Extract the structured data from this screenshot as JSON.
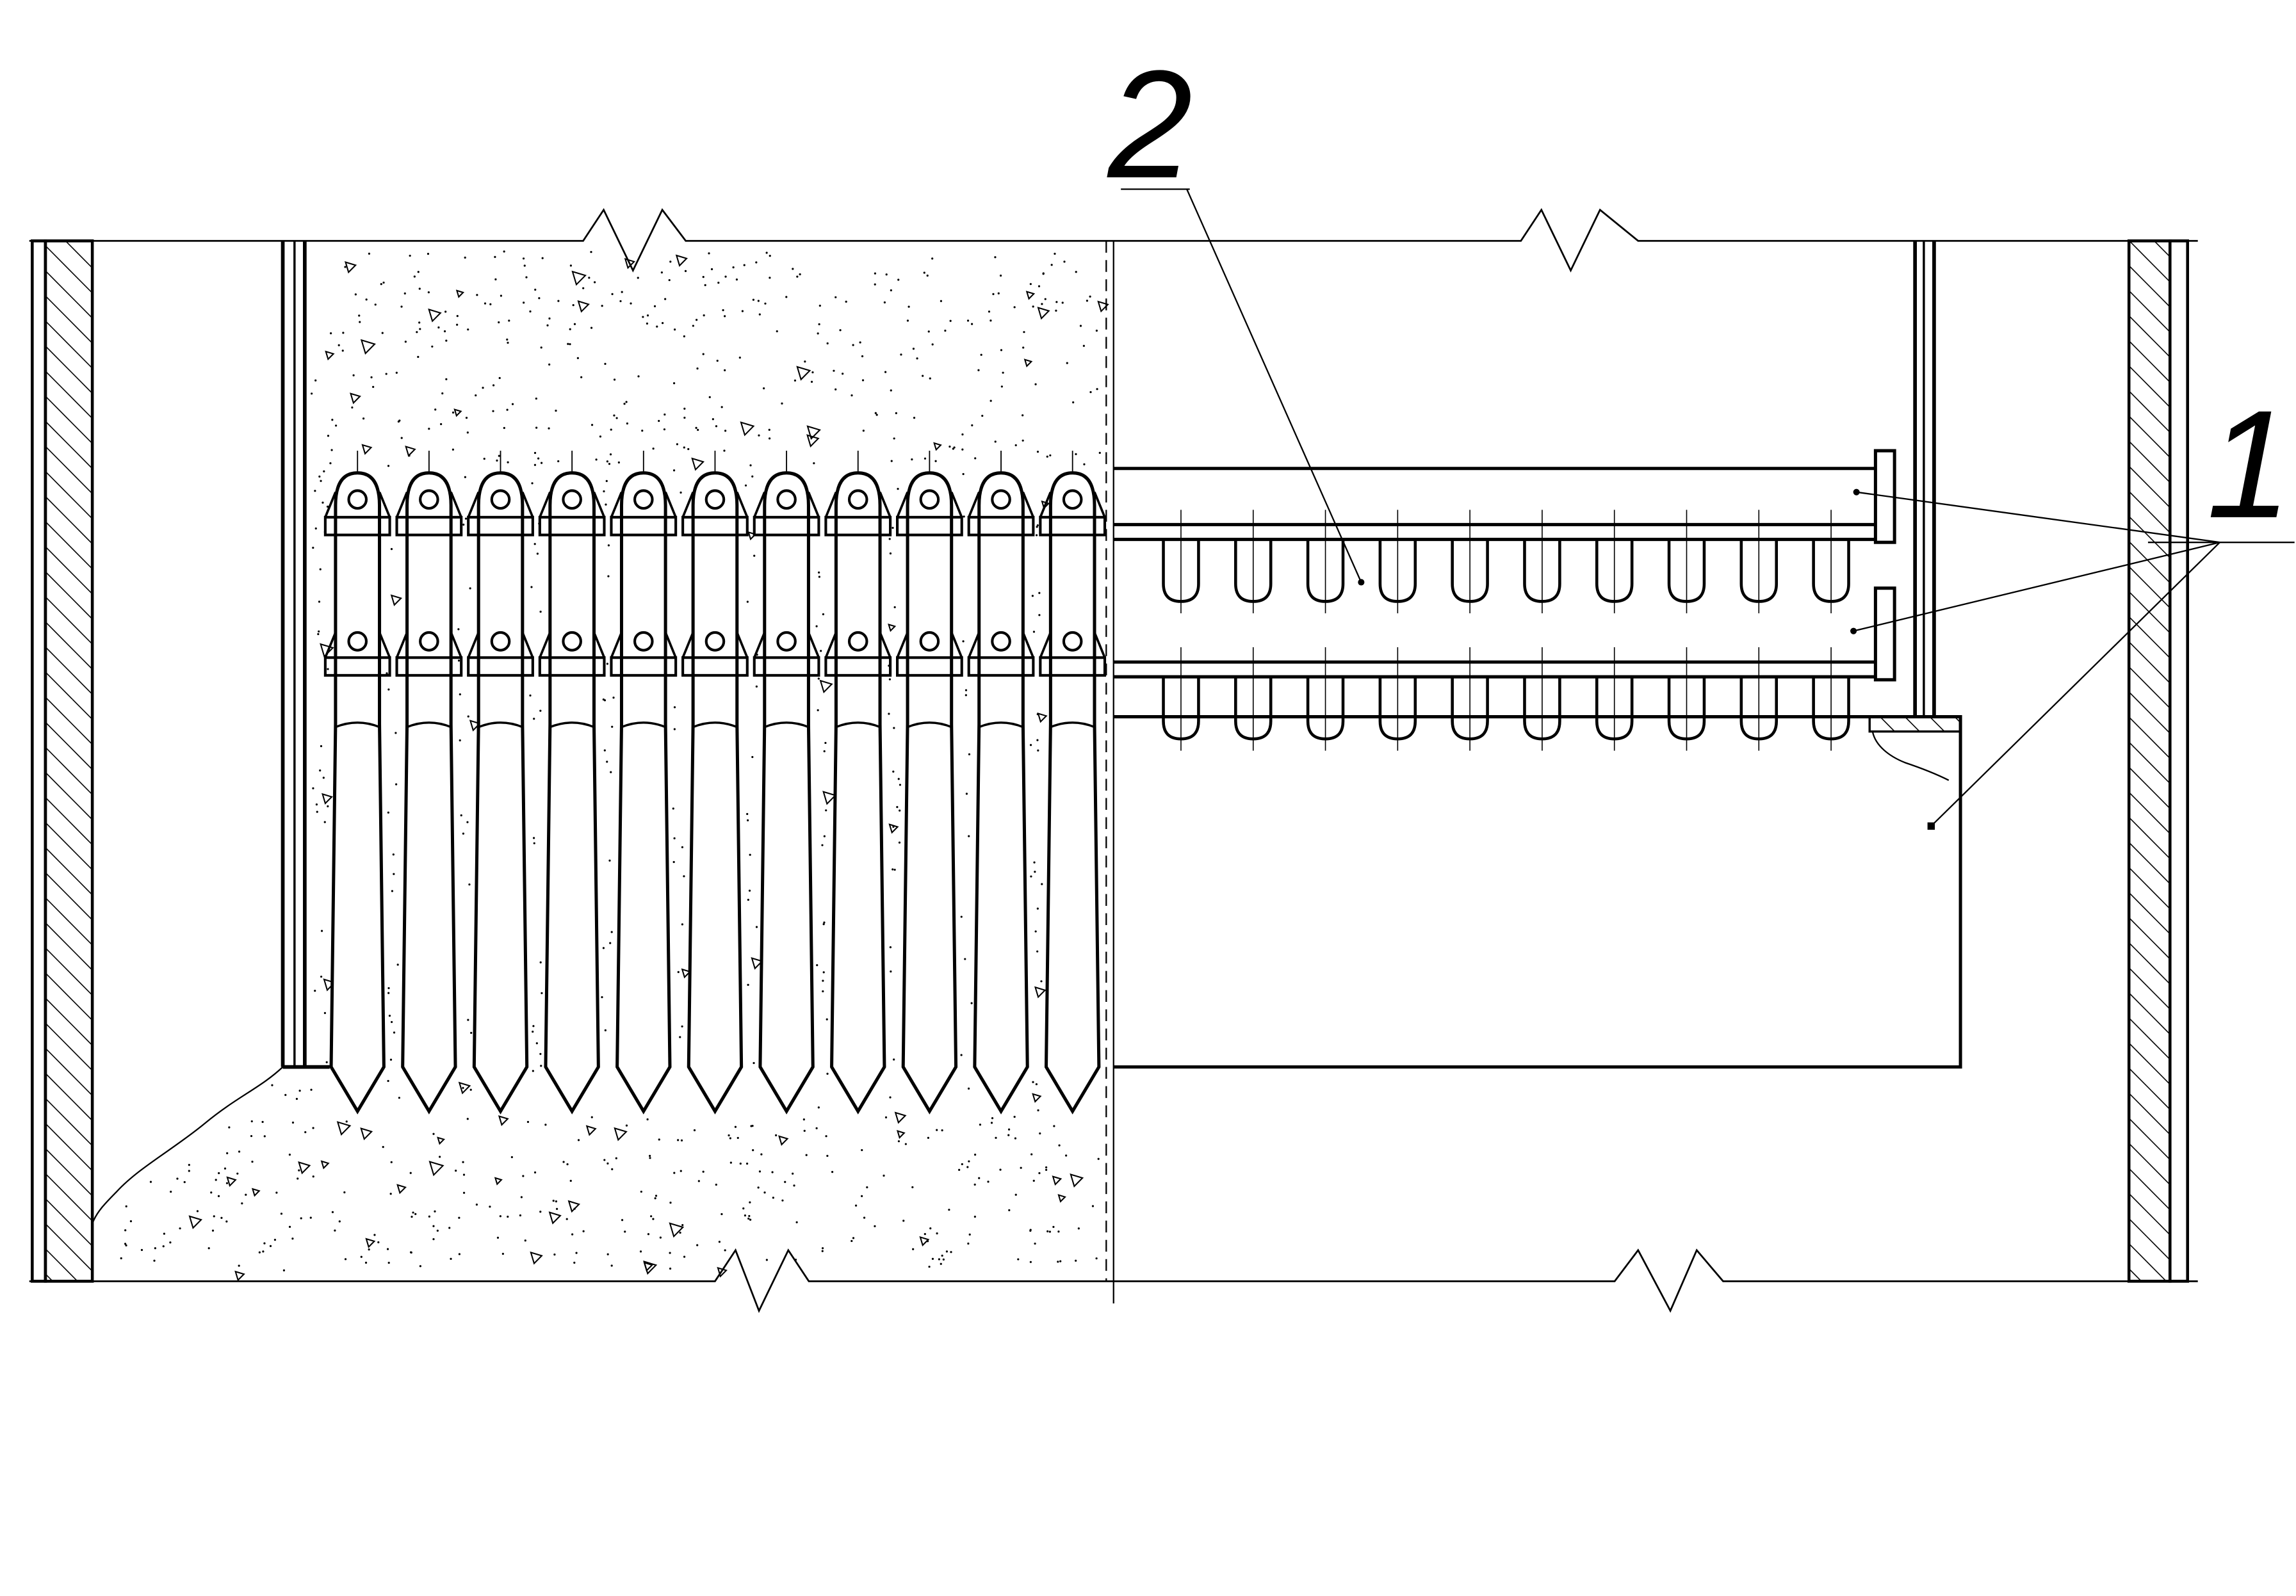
{
  "drawing": {
    "line_color": "#000000",
    "background": "#ffffff",
    "callouts": [
      {
        "id": "callout-1",
        "label": "1"
      },
      {
        "id": "callout-2",
        "label": "2"
      }
    ],
    "components": {
      "piles_count": 11,
      "bar_rows": 2,
      "bar_loops_per_row": 10
    }
  }
}
